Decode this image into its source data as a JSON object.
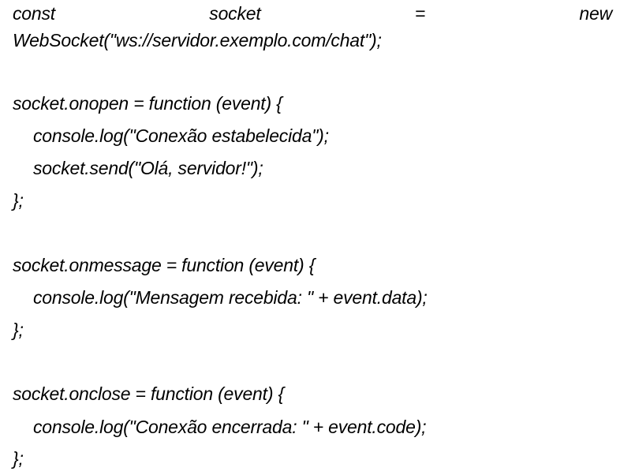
{
  "document": {
    "line1": {
      "words": [
        "const",
        "socket",
        "=",
        "new"
      ]
    },
    "line2": "WebSocket(\"ws://servidor.exemplo.com/chat\");",
    "onopen_header": "socket.onopen = function (event) {",
    "onopen_log": "console.log(\"Conexão estabelecida\");",
    "onopen_send": "socket.send(\"Olá, servidor!\");",
    "onopen_close": "};",
    "onmessage_header": "socket.onmessage = function (event) {",
    "onmessage_log": "console.log(\"Mensagem recebida: \" + event.data);",
    "onmessage_close": "};",
    "onclose_header": "socket.onclose = function (event) {",
    "onclose_log": "console.log(\"Conexão encerrada: \" + event.code);",
    "onclose_close": "};"
  }
}
